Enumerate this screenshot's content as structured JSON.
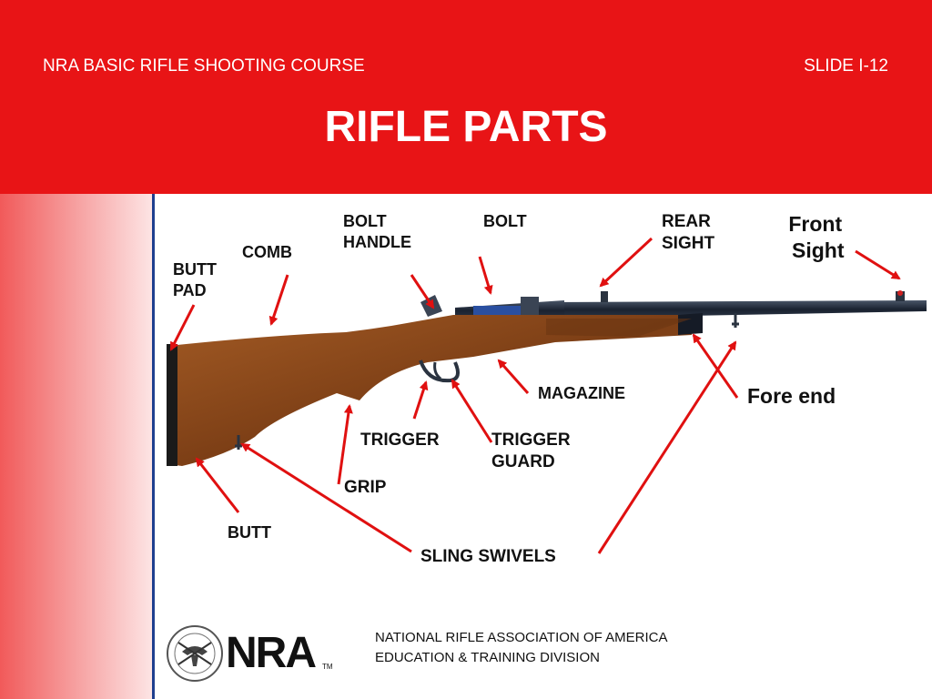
{
  "header": {
    "course": "NRA BASIC RIFLE SHOOTING COURSE",
    "slide": "SLIDE I-12",
    "title": "RIFLE PARTS"
  },
  "labels": {
    "bolt_handle": [
      "BOLT",
      "HANDLE"
    ],
    "bolt": "BOLT",
    "rear_sight": [
      "REAR",
      "SIGHT"
    ],
    "front_sight": [
      "Front",
      "Sight"
    ],
    "comb": "COMB",
    "butt_pad": [
      "BUTT",
      "PAD"
    ],
    "magazine": "MAGAZINE",
    "fore_end": "Fore end",
    "trigger": "TRIGGER",
    "trigger_guard": [
      "TRIGGER",
      "GUARD"
    ],
    "grip": "GRIP",
    "butt": "BUTT",
    "sling_swivels": "SLING SWIVELS"
  },
  "footer": {
    "logo_text": "NRA",
    "trademark": "TM",
    "org_line1": "NATIONAL RIFLE ASSOCIATION OF AMERICA",
    "org_line2": "EDUCATION & TRAINING DIVISION"
  },
  "colors": {
    "header_red": "#e81416",
    "arrow_red": "#e01010",
    "wood": "#8b4a1c",
    "steel": "#1e2a3a"
  }
}
